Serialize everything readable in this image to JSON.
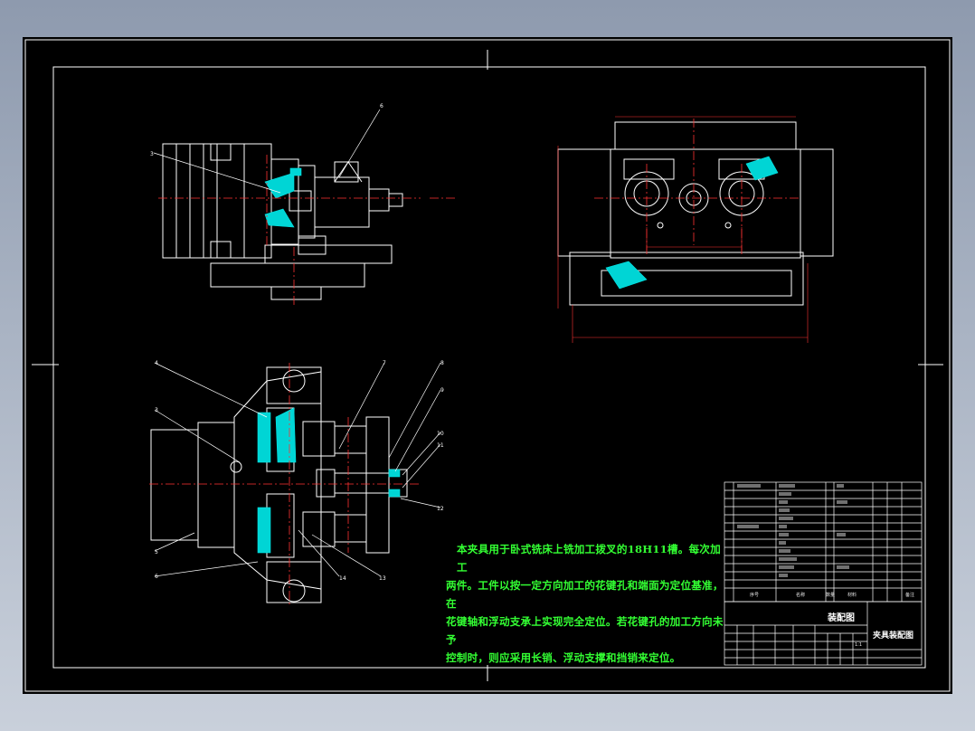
{
  "note": {
    "line1": "本夹具用于卧式铣床上铣加工拨叉的18H11槽。每次加工",
    "line2": "两件。工件以按一定方向加工的花键孔和端面为定位基准，在",
    "line3": "花键轴和浮动支承上实现完全定位。若花键孔的加工方向未予",
    "line4": "控制时，则应采用长销、浮动支撑和挡销来定位。"
  },
  "title_block": {
    "part_name": "装配图",
    "drawing_title": "夹具装配图",
    "header": {
      "seq": "序号",
      "name": "名称",
      "qty": "数量",
      "material": "材料",
      "remark": "备注"
    },
    "scale": "1:1"
  },
  "leaders": {
    "top_left": [
      "3",
      "6"
    ],
    "bottom_left": [
      "4",
      "3",
      "5",
      "6",
      "7",
      "8",
      "9",
      "10",
      "11",
      "12",
      "13",
      "14"
    ]
  },
  "colors": {
    "background": "#000000",
    "outline": "#ffffff",
    "centerline": "#ff3333",
    "section": "#00e5e5",
    "note": "#33ff33"
  }
}
